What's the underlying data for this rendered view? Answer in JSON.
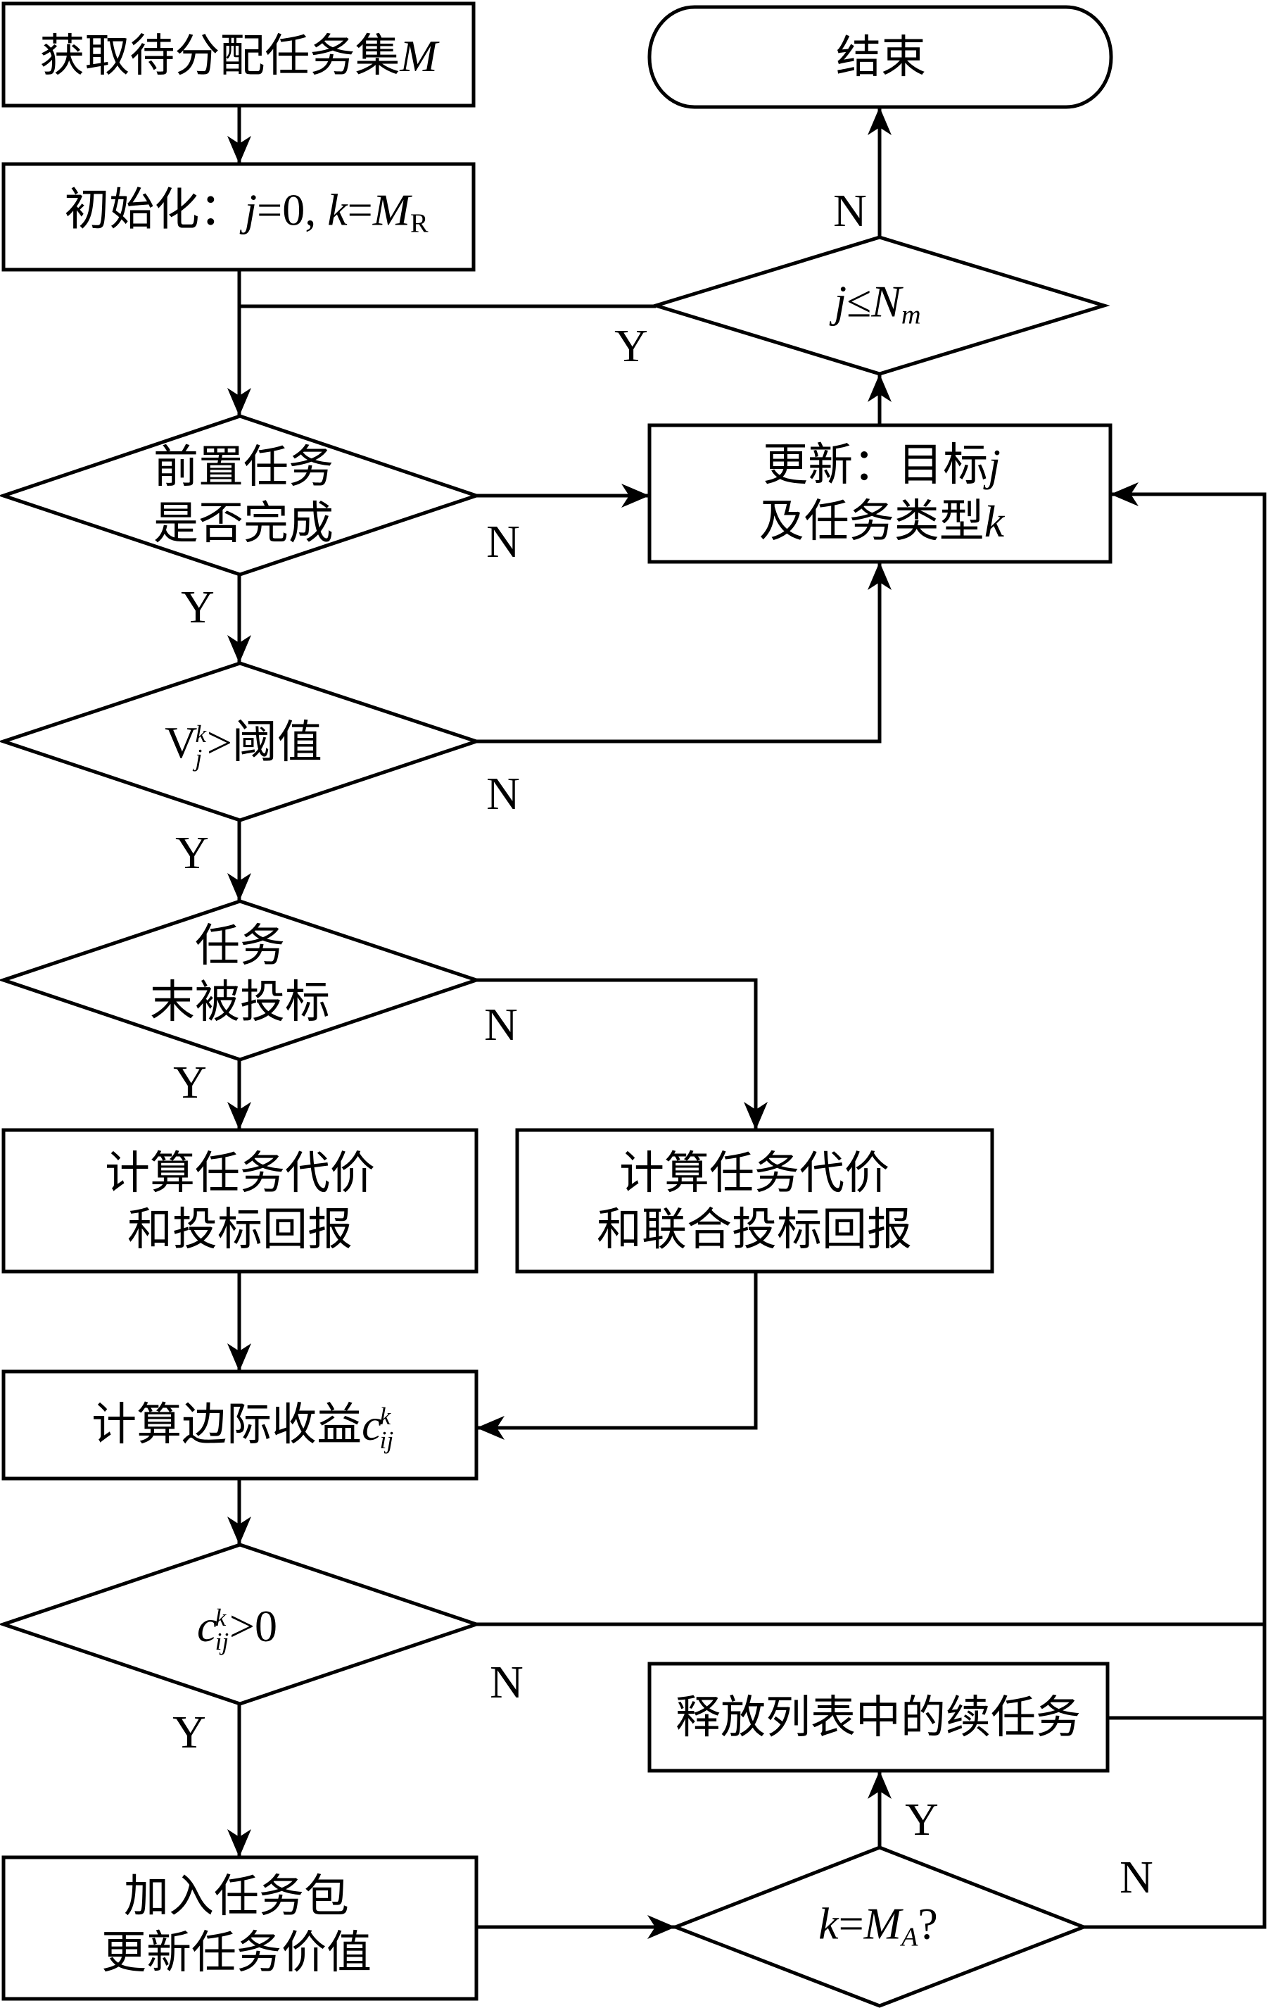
{
  "diagram": {
    "type": "flowchart",
    "colors": {
      "stroke": "#000000",
      "background": "#ffffff",
      "text": "#000000"
    },
    "nodes": {
      "get_tasks": {
        "shape": "process",
        "text": "获取待分配任务集",
        "var": "M"
      },
      "init": {
        "shape": "process",
        "text": "初始化：",
        "j": "j",
        "j_assign": "=0, ",
        "k": "k",
        "k_assign": "=",
        "m": "M",
        "m_sub": "R"
      },
      "end": {
        "shape": "terminal",
        "text": "结束"
      },
      "check_j": {
        "shape": "decision",
        "j": "j",
        "op": "≤",
        "n": "N",
        "n_sub": "m"
      },
      "update": {
        "shape": "process",
        "line1": "更新：目标",
        "j": "j",
        "line2": "及任务类型",
        "k": "k"
      },
      "prereq": {
        "shape": "decision",
        "line1": "前置任务",
        "line2": "是否完成"
      },
      "value_check": {
        "shape": "decision",
        "v": "V",
        "sup": "k",
        "sub": "j",
        "rest": ">阈值"
      },
      "not_bid": {
        "shape": "decision",
        "line1": "任务",
        "line2": "末被投标"
      },
      "calc_bid": {
        "shape": "process",
        "line1": "计算任务代价",
        "line2": "和投标回报"
      },
      "calc_joint": {
        "shape": "process",
        "line1": "计算任务代价",
        "line2": "和联合投标回报"
      },
      "marginal": {
        "shape": "process",
        "text": "计算边际收益",
        "c": "c",
        "sup": "k",
        "sub": "ij"
      },
      "gain_check": {
        "shape": "decision",
        "c": "c",
        "sup": "k",
        "sub": "ij",
        "rest": ">0"
      },
      "add_bundle": {
        "shape": "process",
        "line1": "加入任务包",
        "line2": "更新任务价值"
      },
      "release": {
        "shape": "process",
        "text": "释放列表中的续任务"
      },
      "check_k": {
        "shape": "decision",
        "k": "k",
        "eq": "=",
        "m": "M",
        "m_sub": "A",
        "q": "?"
      }
    },
    "edges": [
      {
        "from": "get_tasks",
        "to": "init",
        "label": ""
      },
      {
        "from": "init",
        "to": "prereq",
        "label": ""
      },
      {
        "from": "check_j",
        "to": "prereq",
        "label": "Y"
      },
      {
        "from": "check_j",
        "to": "end",
        "label": "N"
      },
      {
        "from": "update",
        "to": "check_j",
        "label": ""
      },
      {
        "from": "prereq",
        "to": "update",
        "label": "N"
      },
      {
        "from": "prereq",
        "to": "value_check",
        "label": "Y"
      },
      {
        "from": "value_check",
        "to": "update",
        "label": "N"
      },
      {
        "from": "value_check",
        "to": "not_bid",
        "label": "Y"
      },
      {
        "from": "not_bid",
        "to": "calc_joint",
        "label": "N"
      },
      {
        "from": "not_bid",
        "to": "calc_bid",
        "label": "Y"
      },
      {
        "from": "calc_bid",
        "to": "marginal",
        "label": ""
      },
      {
        "from": "calc_joint",
        "to": "marginal",
        "label": ""
      },
      {
        "from": "marginal",
        "to": "gain_check",
        "label": ""
      },
      {
        "from": "gain_check",
        "to": "update",
        "label": "N"
      },
      {
        "from": "gain_check",
        "to": "add_bundle",
        "label": "Y"
      },
      {
        "from": "add_bundle",
        "to": "check_k",
        "label": ""
      },
      {
        "from": "check_k",
        "to": "release",
        "label": "Y"
      },
      {
        "from": "check_k",
        "to": "update",
        "label": "N"
      },
      {
        "from": "release",
        "to": "update",
        "label": ""
      }
    ]
  }
}
